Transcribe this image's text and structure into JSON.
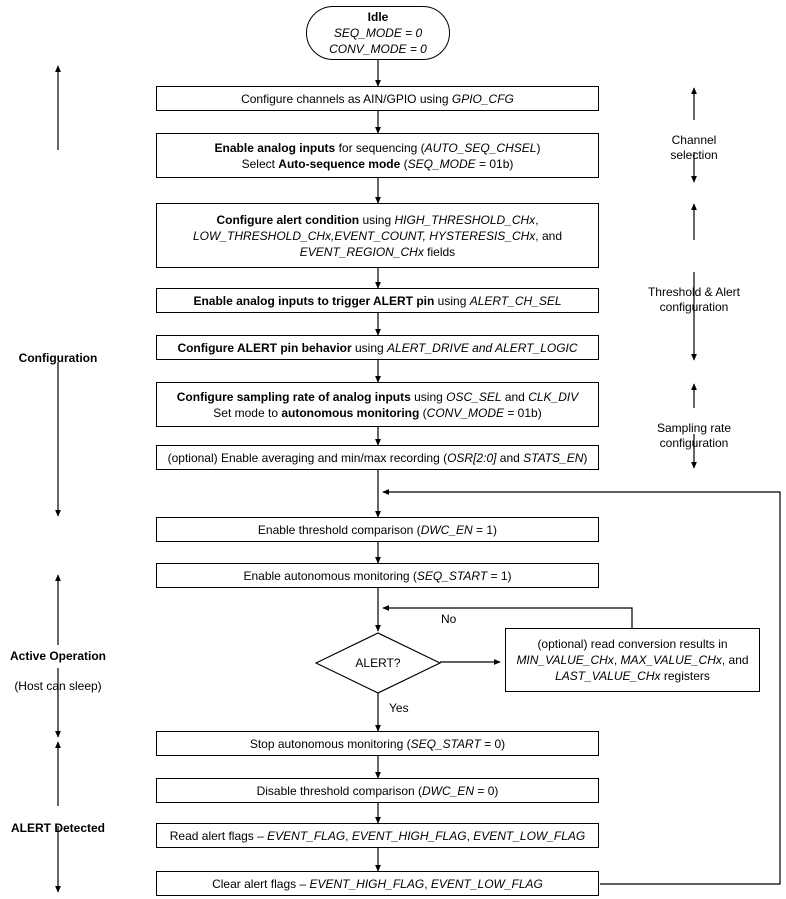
{
  "diagram": {
    "title": "Autonomous monitoring mode flow",
    "line_color": "#000000",
    "box_fill": "#ffffff"
  },
  "nodes": {
    "idle": {
      "shape": "oval",
      "line1": "Idle",
      "line2": "SEQ_MODE = 0",
      "line3": "CONV_MODE = 0"
    },
    "gpio_cfg": {
      "segments": [
        {
          "text": "Configure channels as AIN/GPIO using ",
          "style": "normal"
        },
        {
          "text": "GPIO_CFG",
          "style": "italic"
        }
      ]
    },
    "auto_seq": {
      "lines": [
        [
          {
            "text": "Enable analog inputs",
            "style": "bold"
          },
          {
            "text": " for sequencing (",
            "style": "normal"
          },
          {
            "text": "AUTO_SEQ_CHSEL",
            "style": "italic"
          },
          {
            "text": ")",
            "style": "normal"
          }
        ],
        [
          {
            "text": "Select ",
            "style": "normal"
          },
          {
            "text": "Auto-sequence mode",
            "style": "bold"
          },
          {
            "text": " (",
            "style": "normal"
          },
          {
            "text": "SEQ_MODE",
            "style": "italic"
          },
          {
            "text": " = 01b)",
            "style": "normal"
          }
        ]
      ]
    },
    "alert_condition": {
      "lines": [
        [
          {
            "text": "Configure alert condition",
            "style": "bold"
          },
          {
            "text": " using ",
            "style": "normal"
          },
          {
            "text": "HIGH_THRESHOLD_CHx",
            "style": "italic"
          },
          {
            "text": ",",
            "style": "normal"
          }
        ],
        [
          {
            "text": "LOW_THRESHOLD_CHx,EVENT_COUNT, HYSTERESIS_CHx",
            "style": "italic"
          },
          {
            "text": ", and",
            "style": "normal"
          }
        ],
        [
          {
            "text": "EVENT_REGION_CHx",
            "style": "italic"
          },
          {
            "text": " fields",
            "style": "normal"
          }
        ]
      ]
    },
    "alert_ch_sel": {
      "segments": [
        {
          "text": "Enable analog inputs to trigger ALERT pin",
          "style": "bold"
        },
        {
          "text": " using ",
          "style": "normal"
        },
        {
          "text": "ALERT_CH_SEL",
          "style": "italic"
        }
      ]
    },
    "alert_pin_behavior": {
      "segments": [
        {
          "text": "Configure ALERT pin behavior",
          "style": "bold"
        },
        {
          "text": " using ",
          "style": "normal"
        },
        {
          "text": "ALERT_DRIVE and ALERT_LOGIC",
          "style": "italic"
        }
      ]
    },
    "sampling_rate": {
      "lines": [
        [
          {
            "text": "Configure sampling rate of analog inputs",
            "style": "bold"
          },
          {
            "text": " using ",
            "style": "normal"
          },
          {
            "text": "OSC_SEL",
            "style": "italic"
          },
          {
            "text": " and ",
            "style": "normal"
          },
          {
            "text": "CLK_DIV",
            "style": "italic"
          }
        ],
        [
          {
            "text": "Set mode to ",
            "style": "normal"
          },
          {
            "text": "autonomous monitoring",
            "style": "bold"
          },
          {
            "text": " (",
            "style": "normal"
          },
          {
            "text": "CONV_MODE",
            "style": "italic"
          },
          {
            "text": " = 01b)",
            "style": "normal"
          }
        ]
      ]
    },
    "averaging": {
      "segments": [
        {
          "text": "(optional) Enable averaging and min/max recording (",
          "style": "normal"
        },
        {
          "text": "OSR[2:0]",
          "style": "italic"
        },
        {
          "text": " and ",
          "style": "normal"
        },
        {
          "text": "STATS_EN",
          "style": "italic"
        },
        {
          "text": ")",
          "style": "normal"
        }
      ]
    },
    "dwc_en_1": {
      "segments": [
        {
          "text": "Enable threshold comparison (",
          "style": "normal"
        },
        {
          "text": "DWC_EN",
          "style": "italic"
        },
        {
          "text": " = 1)",
          "style": "normal"
        }
      ]
    },
    "seq_start_1": {
      "segments": [
        {
          "text": "Enable autonomous monitoring (",
          "style": "normal"
        },
        {
          "text": "SEQ_START",
          "style": "italic"
        },
        {
          "text": " = 1)",
          "style": "normal"
        }
      ]
    },
    "alert_decision": {
      "shape": "diamond",
      "label": "ALERT?"
    },
    "read_results": {
      "lines": [
        [
          {
            "text": "(optional) read conversion results in",
            "style": "normal"
          }
        ],
        [
          {
            "text": "MIN_VALUE_CHx",
            "style": "italic"
          },
          {
            "text": ", ",
            "style": "normal"
          },
          {
            "text": "MAX_VALUE_CHx",
            "style": "italic"
          },
          {
            "text": ", and",
            "style": "normal"
          }
        ],
        [
          {
            "text": "LAST_VALUE_CHx",
            "style": "italic"
          },
          {
            "text": " registers",
            "style": "normal"
          }
        ]
      ]
    },
    "seq_start_0": {
      "segments": [
        {
          "text": "Stop autonomous monitoring (",
          "style": "normal"
        },
        {
          "text": "SEQ_START",
          "style": "italic"
        },
        {
          "text": " = 0)",
          "style": "normal"
        }
      ]
    },
    "dwc_en_0": {
      "segments": [
        {
          "text": "Disable threshold comparison (",
          "style": "normal"
        },
        {
          "text": "DWC_EN",
          "style": "italic"
        },
        {
          "text": " = 0)",
          "style": "normal"
        }
      ]
    },
    "read_flags": {
      "segments": [
        {
          "text": "Read alert flags – ",
          "style": "normal"
        },
        {
          "text": "EVENT_FLAG",
          "style": "italic"
        },
        {
          "text": ", ",
          "style": "normal"
        },
        {
          "text": "EVENT_HIGH_FLAG",
          "style": "italic"
        },
        {
          "text": ", ",
          "style": "normal"
        },
        {
          "text": "EVENT_LOW_FLAG",
          "style": "italic"
        }
      ]
    },
    "clear_flags": {
      "segments": [
        {
          "text": "Clear alert flags – ",
          "style": "normal"
        },
        {
          "text": "EVENT_HIGH_FLAG",
          "style": "italic"
        },
        {
          "text": ", ",
          "style": "normal"
        },
        {
          "text": "EVENT_LOW_FLAG",
          "style": "italic"
        }
      ]
    }
  },
  "edge_labels": {
    "no": "No",
    "yes": "Yes"
  },
  "left_annotations": [
    {
      "key": "configuration",
      "label": "Configuration",
      "bold": true
    },
    {
      "key": "active_operation",
      "label": "Active Operation",
      "sublabel": "(Host can sleep)",
      "bold": true
    },
    {
      "key": "alert_detected",
      "label": "ALERT Detected",
      "bold": true
    }
  ],
  "right_annotations": [
    {
      "key": "channel_selection",
      "label": "Channel\nselection"
    },
    {
      "key": "threshold_alert",
      "label": "Threshold & Alert\nconfiguration"
    },
    {
      "key": "sampling_rate",
      "label": "Sampling rate\nconfiguration"
    }
  ]
}
